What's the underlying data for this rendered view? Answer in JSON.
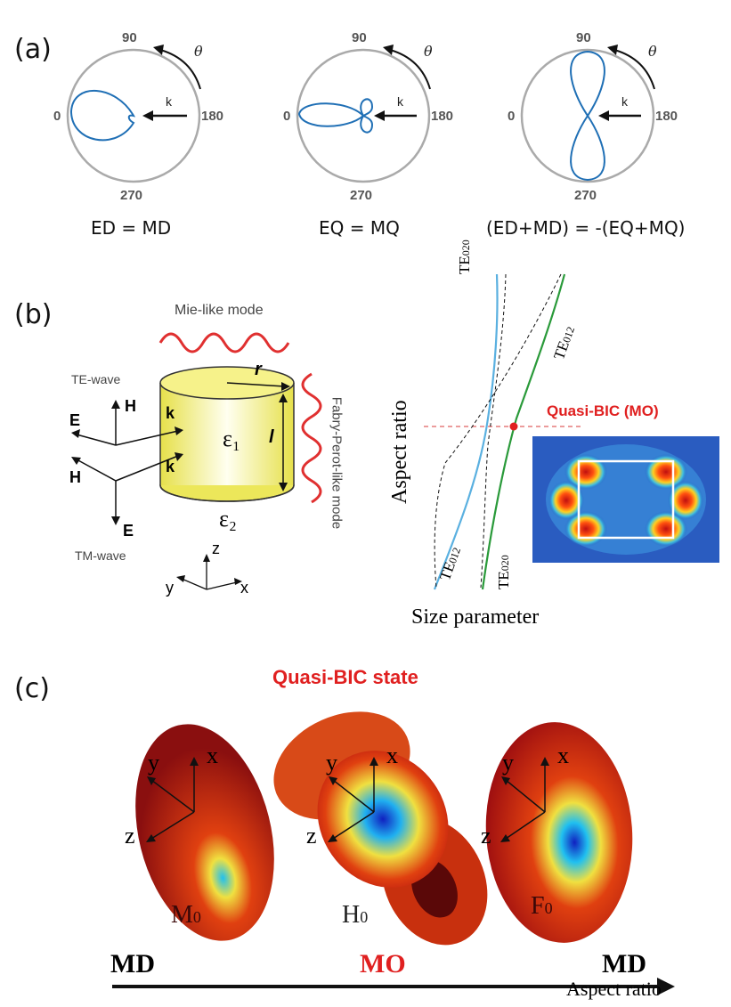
{
  "panel_a": {
    "label": "(a)",
    "theta": "θ",
    "k": "k",
    "angle_90": "90",
    "angle_0": "0",
    "angle_180": "180",
    "angle_270": "270",
    "eq1": "ED = MD",
    "eq2": "EQ = MQ",
    "eq3": "(ED+MD) = -(EQ+MQ)"
  },
  "panel_b": {
    "label": "(b)",
    "mie_mode": "Mie-like mode",
    "fp_mode": "Fabry-Perot-like mode",
    "te_wave": "TE-wave",
    "tm_wave": "TM-wave",
    "E": "E",
    "H": "H",
    "k": "k",
    "r": "r",
    "l": "l",
    "eps1": "ε₁",
    "eps2": "ε₂",
    "axis_x": "x",
    "axis_y": "y",
    "axis_z": "z",
    "aspect_ratio": "Aspect ratio",
    "size_parameter": "Size parameter",
    "quasi_bic": "Quasi-BIC (MO)",
    "te020": "TE",
    "te020_sub": "020",
    "te012": "TE",
    "te012_sub": "012"
  },
  "panel_c": {
    "label": "(c)",
    "title": "Quasi-BIC state",
    "m0": "M",
    "h0": "H",
    "f0": "F",
    "sub0": "0",
    "md_left": "MD",
    "mo": "MO",
    "md_right": "MD",
    "aspect_ratio": "Aspect ratio",
    "ax_x": "x",
    "ax_y": "y",
    "ax_z": "z"
  },
  "colors": {
    "blue_curve": "#1f6fb5",
    "green_curve": "#2a9a3a",
    "light_blue_curve": "#5ab0e0",
    "red": "#e02020",
    "cylinder": "#f2ee6a"
  }
}
